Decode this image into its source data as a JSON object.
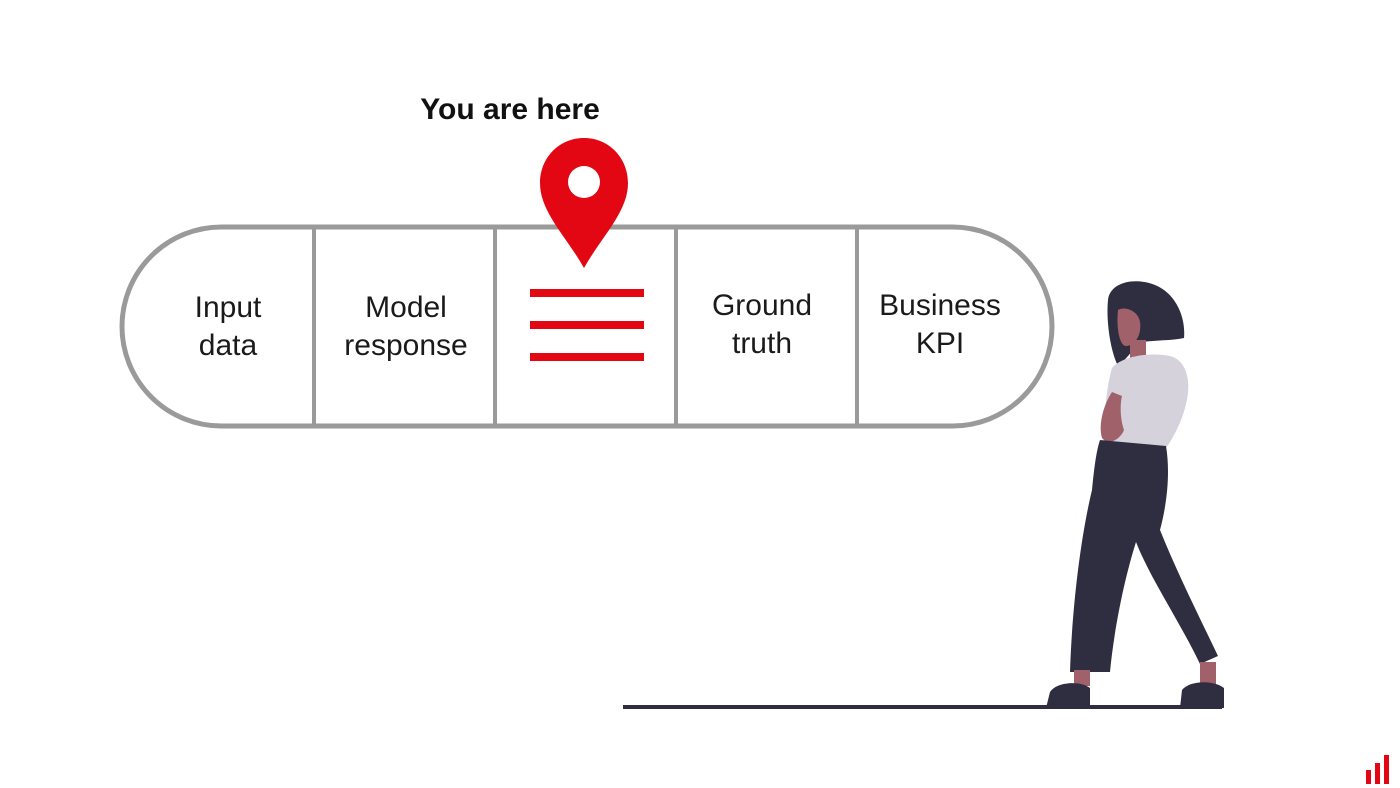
{
  "heading": "You are here",
  "pipeline": {
    "stages": [
      {
        "id": "input-data",
        "lines": [
          "Input",
          "data"
        ]
      },
      {
        "id": "model-response",
        "lines": [
          "Model",
          "response"
        ]
      },
      {
        "id": "current-stage",
        "icon": "menu-lines-icon",
        "current": true
      },
      {
        "id": "ground-truth",
        "lines": [
          "Ground",
          "truth"
        ]
      },
      {
        "id": "business-kpi",
        "lines": [
          "Business",
          "KPI"
        ]
      }
    ]
  },
  "marker": {
    "icon": "location-pin-icon"
  },
  "illustration": {
    "subject": "person-standing"
  },
  "logo": {
    "icon": "bar-chart-logo-icon"
  },
  "colors": {
    "accent": "#e30613",
    "outline": "#9a9a9a",
    "text": "#1a1a1a",
    "shirt": "#d6d2dc",
    "pants": "#2f2e41",
    "skin": "#a0616a",
    "hair": "#2f2e41"
  }
}
